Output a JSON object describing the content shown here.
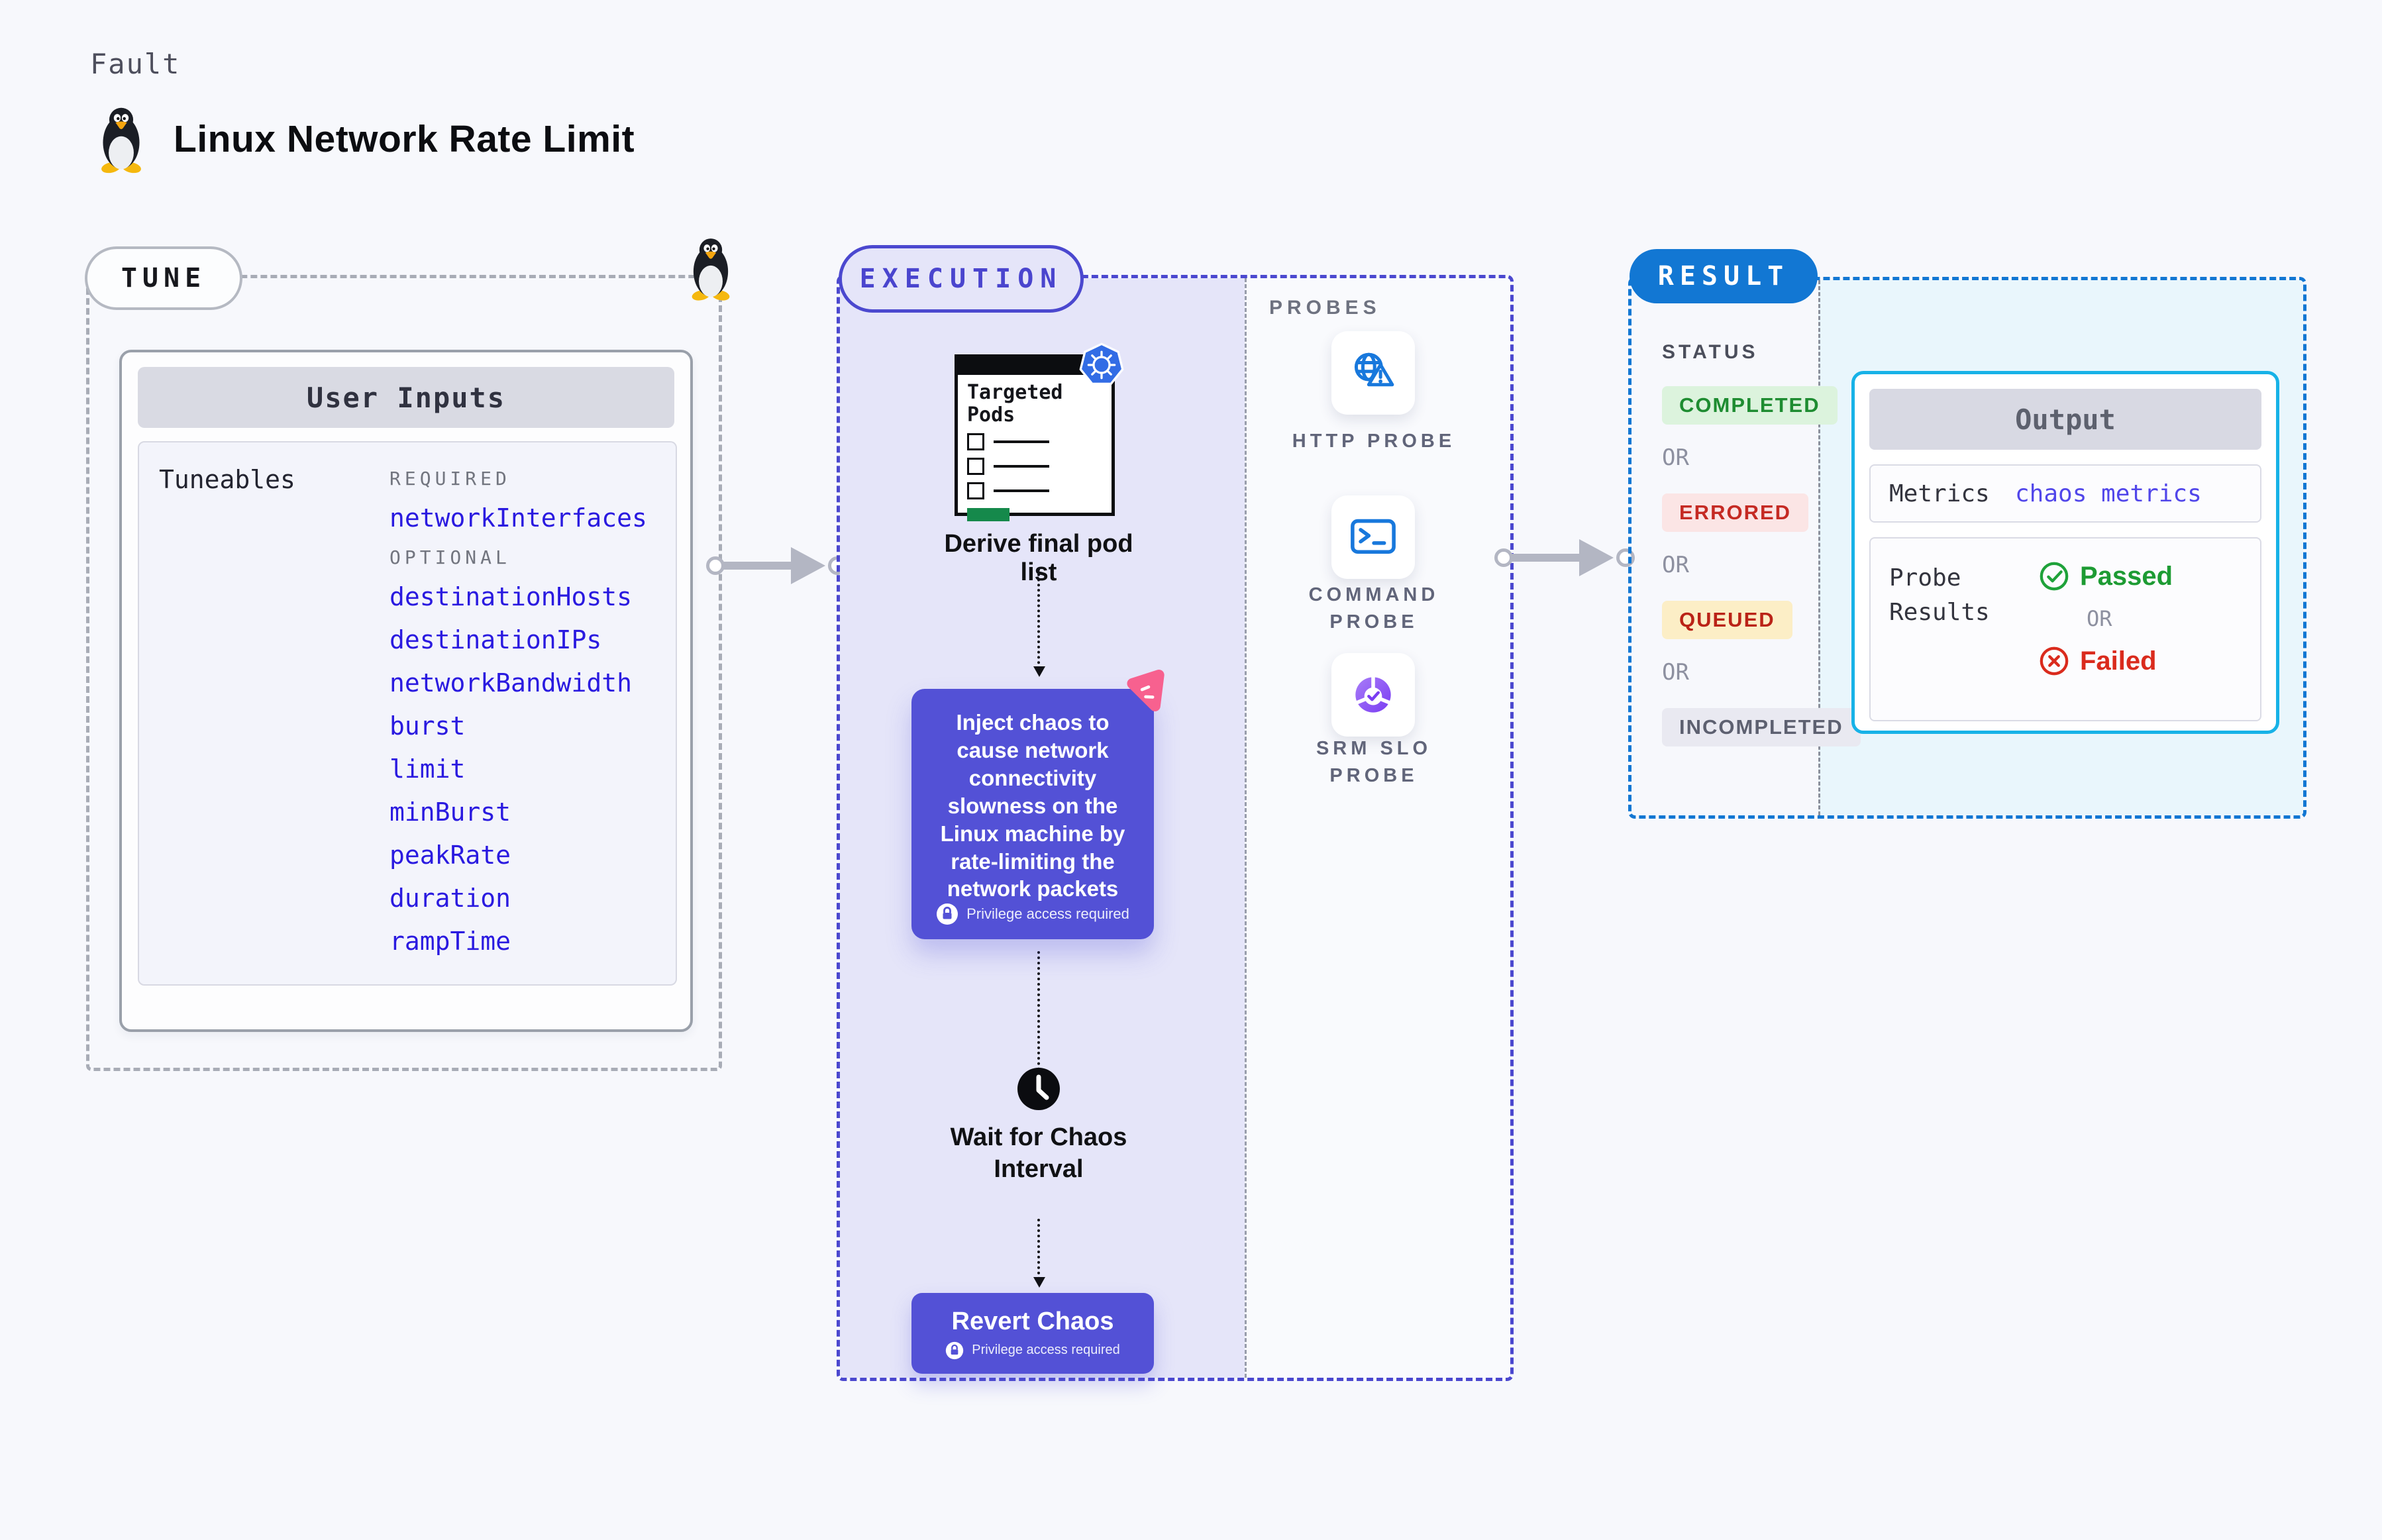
{
  "header": {
    "eyebrow": "Fault",
    "title": "Linux Network Rate Limit"
  },
  "tune": {
    "badge": "TUNE",
    "panel_title": "User Inputs",
    "tuneables_label": "Tuneables",
    "required_label": "REQUIRED",
    "required_items": [
      "networkInterfaces"
    ],
    "optional_label": "OPTIONAL",
    "optional_items": [
      "destinationHosts",
      "destinationIPs",
      "networkBandwidth",
      "burst",
      "limit",
      "minBurst",
      "peakRate",
      "duration",
      "rampTime"
    ]
  },
  "execution": {
    "badge": "EXECUTION",
    "targeted_pods_label": "Targeted Pods",
    "derive_label": "Derive final pod list",
    "inject_text": "Inject chaos to cause network connectivity slowness on the Linux machine by rate-limiting the network packets",
    "privilege_label": "Privilege access required",
    "wait_label": "Wait for Chaos Interval",
    "revert_label": "Revert Chaos"
  },
  "probes": {
    "title": "PROBES",
    "items": [
      {
        "label": "HTTP PROBE",
        "icon": "http-probe-icon"
      },
      {
        "label": "COMMAND PROBE",
        "icon": "command-probe-icon"
      },
      {
        "label": "SRM SLO PROBE",
        "icon": "srm-slo-probe-icon"
      }
    ]
  },
  "result": {
    "badge": "RESULT",
    "status_label": "STATUS",
    "or_label": "OR",
    "statuses": [
      {
        "label": "COMPLETED",
        "bg": "#dcf3dd",
        "color": "#1e8c31"
      },
      {
        "label": "ERRORED",
        "bg": "#fbe5e5",
        "color": "#c52a23"
      },
      {
        "label": "QUEUED",
        "bg": "#fceec6",
        "color": "#ba2317"
      },
      {
        "label": "INCOMPLETED",
        "bg": "#e9e9f1",
        "color": "#5d6070"
      }
    ],
    "output": {
      "title": "Output",
      "metrics_label": "Metrics",
      "metrics_value": "chaos metrics",
      "probe_results_label": "Probe Results",
      "passed_label": "Passed",
      "or_label": "OR",
      "failed_label": "Failed"
    }
  },
  "icons": {
    "penguin": "tux-penguin-icon",
    "kubernetes": "kubernetes-icon",
    "chaos": "litmus-chaos-icon",
    "lock": "lock-icon",
    "clock": "clock-icon",
    "passed": "check-circle-icon",
    "failed": "x-circle-icon"
  },
  "colors": {
    "accent_indigo": "#5351d6",
    "execution_border": "#4b48cf",
    "result_blue": "#1277d3",
    "output_cyan": "#17b2e7",
    "param_blue": "#2a1ae0",
    "passed_green": "#1d9b33",
    "failed_red": "#da2b1d",
    "probe_icon_blue": "#1878dc",
    "k8s_blue": "#326ce5",
    "chaos_pink": "#f7618f"
  }
}
